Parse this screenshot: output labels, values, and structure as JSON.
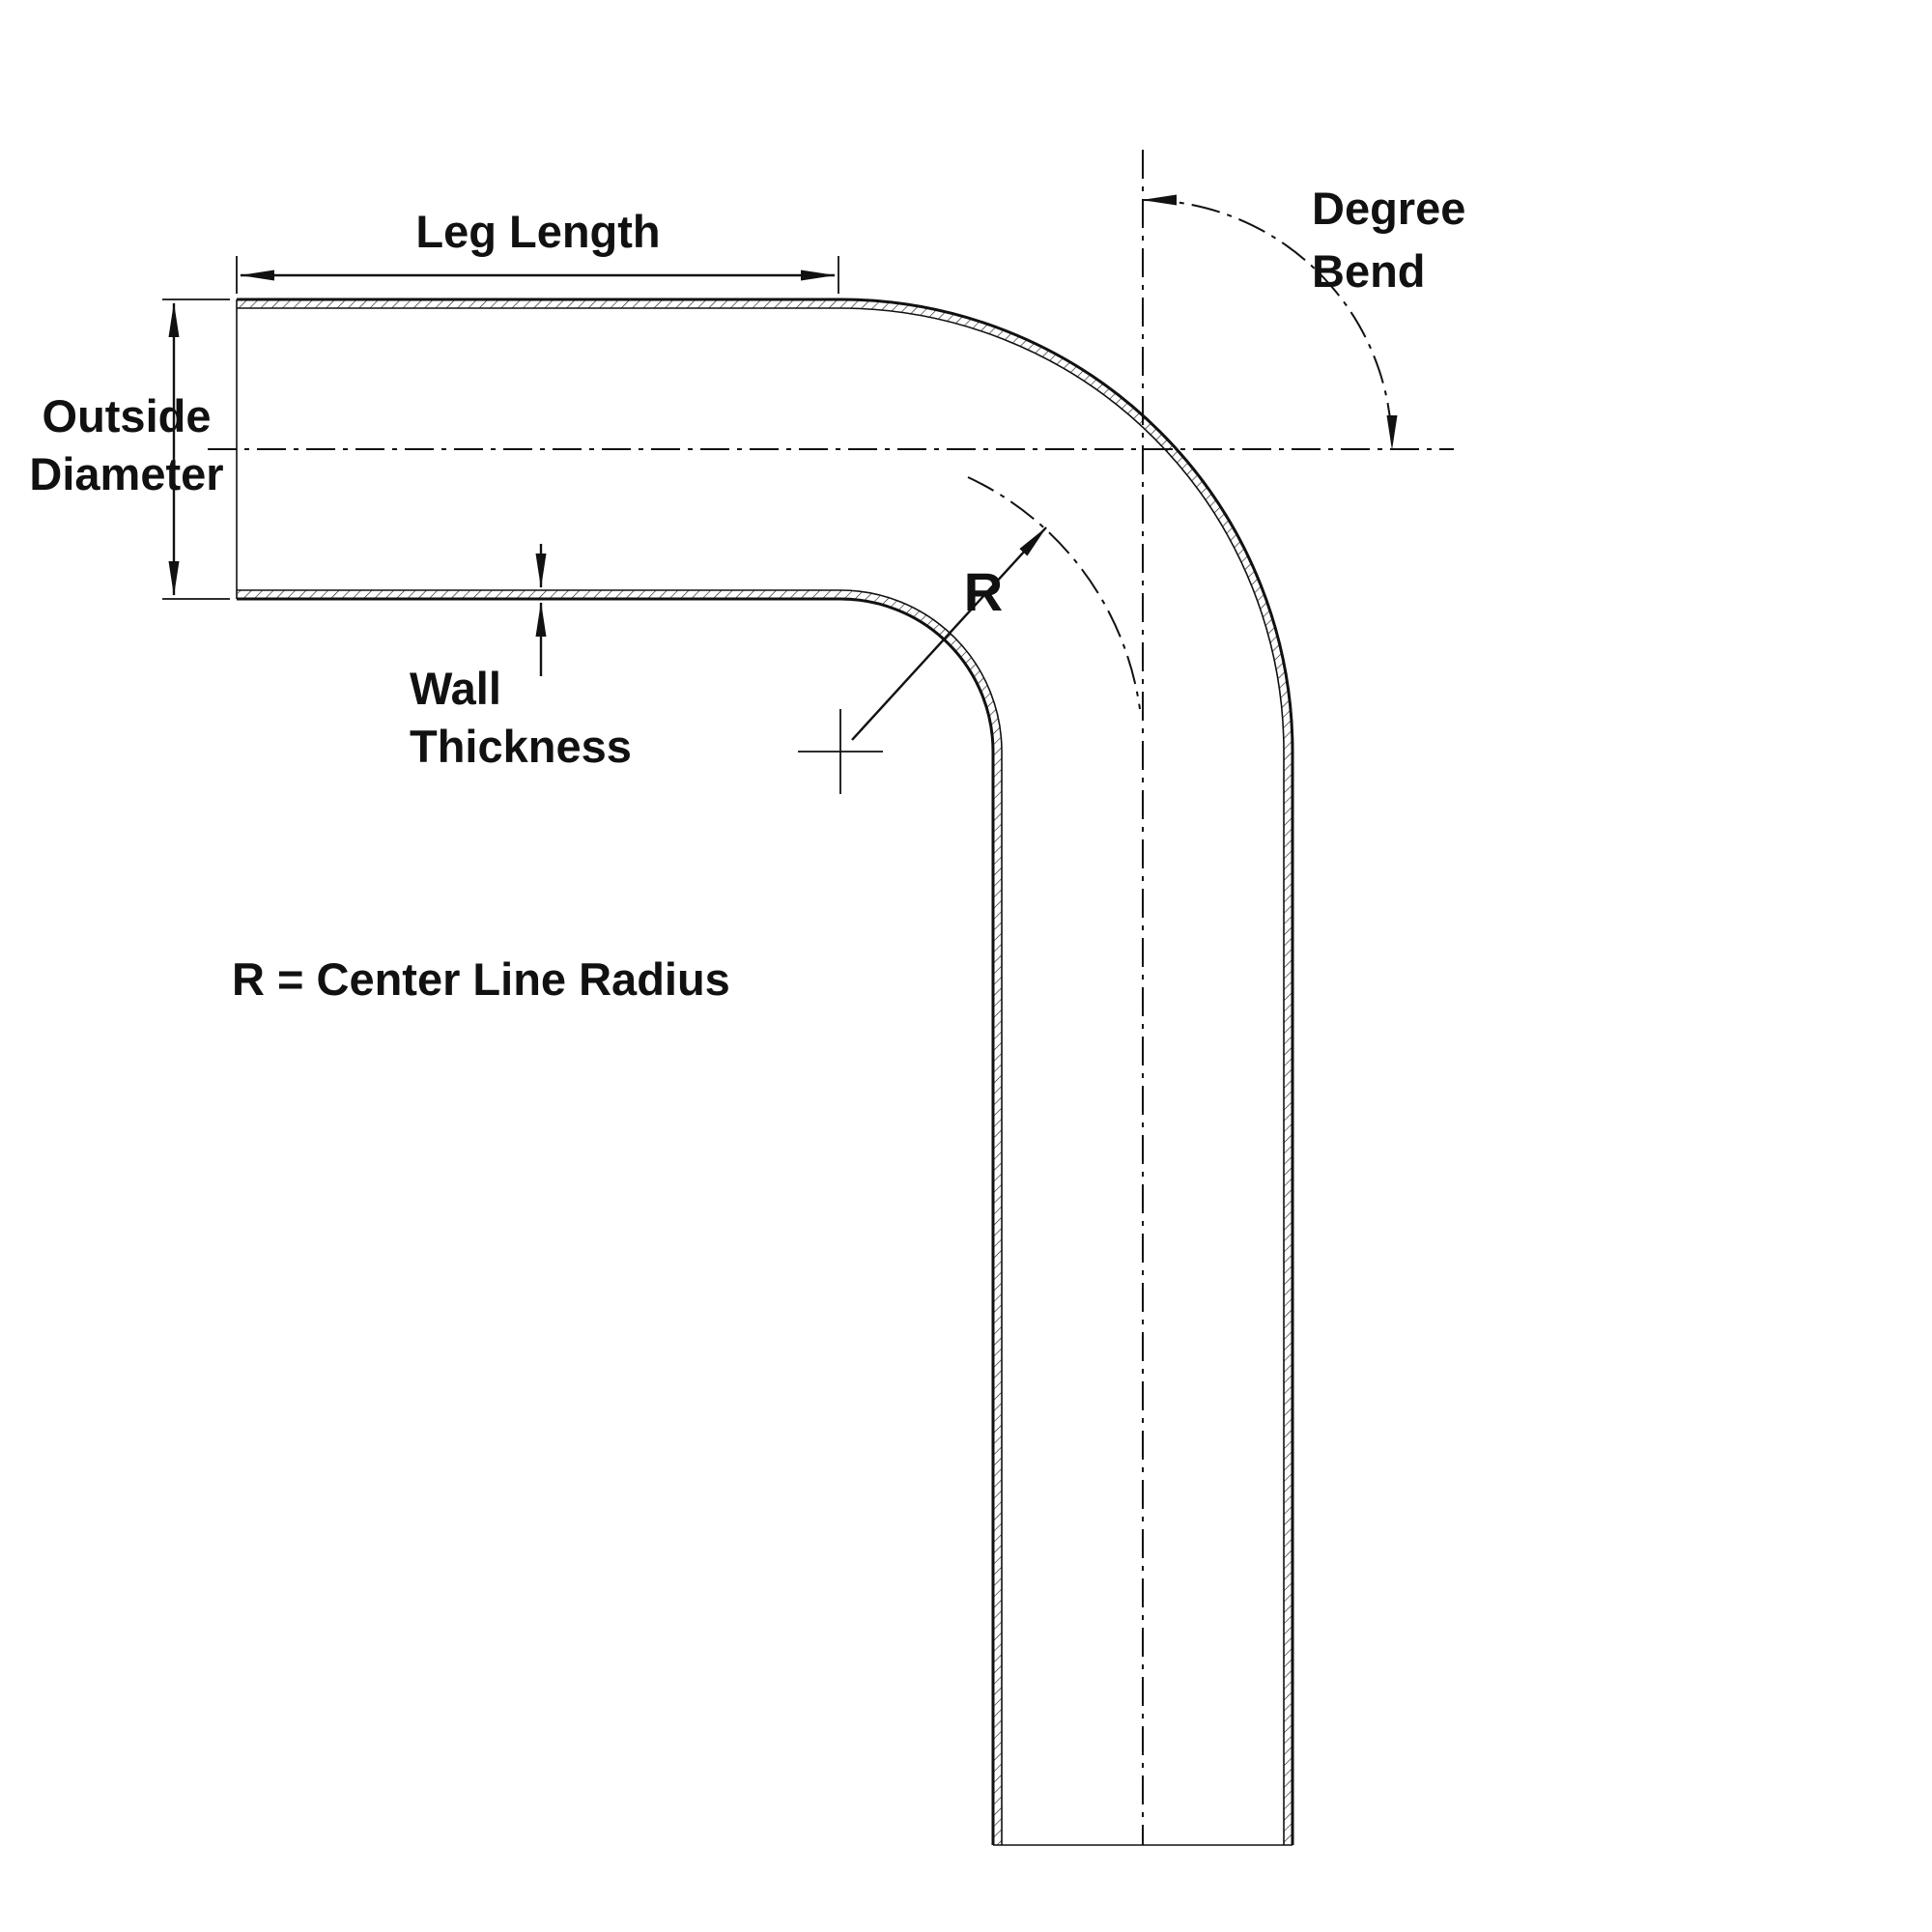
{
  "diagram": {
    "kind": "pipe-bend-dimension-diagram",
    "labels": {
      "leg_length": "Leg Length",
      "outside_diameter_line1": "Outside",
      "outside_diameter_line2": "Diameter",
      "wall_thickness_line1": "Wall",
      "wall_thickness_line2": "Thickness",
      "degree_bend_line1": "Degree",
      "degree_bend_line2": "Bend",
      "radius_symbol": "R",
      "radius_legend": "R = Center Line Radius"
    },
    "colors": {
      "line": "#111111",
      "background": "#ffffff"
    }
  }
}
